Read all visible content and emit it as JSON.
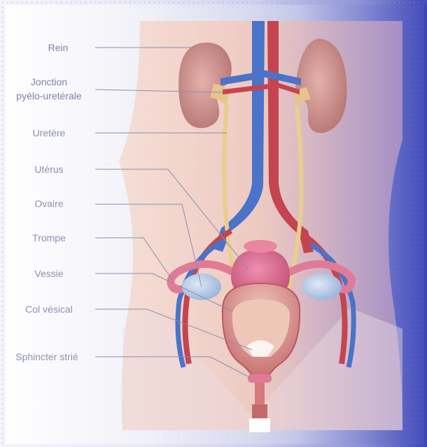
{
  "labels": {
    "rein": "Rein",
    "jonction_1": "Jonction",
    "jonction_2": "pyélo-uretérale",
    "uretere": "Uretère",
    "uterus": "Utérus",
    "ovaire": "Ovaire",
    "trompe": "Trompe",
    "vessie": "Vessie",
    "col_vesical": "Col vésical",
    "sphincter": "Sphincter strié"
  },
  "colors": {
    "skin": "#f3c7b8",
    "kidney": "#c98a86",
    "vein": "#4a73c9",
    "artery": "#c4454f",
    "ureter": "#e8cf8e",
    "uterus": "#d76a8c",
    "ovary": "#a9c3e3",
    "bladder": "#c8686f",
    "frame_blue": "#3a44b8"
  }
}
